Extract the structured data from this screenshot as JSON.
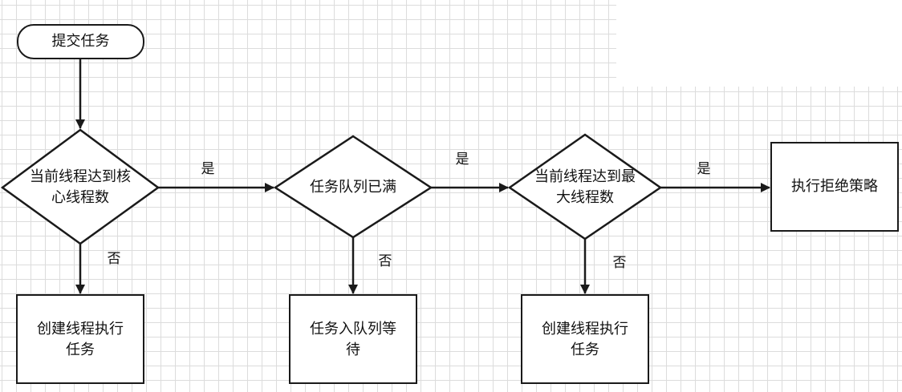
{
  "nodes": {
    "start": "提交任务",
    "decision_core_line1": "当前线程达到核",
    "decision_core_line2": "心线程数",
    "decision_queue": "任务队列已满",
    "decision_max_line1": "当前线程达到最",
    "decision_max_line2": "大线程数",
    "reject": "执行拒绝策略",
    "create_core_line1": "创建线程执行",
    "create_core_line2": "任务",
    "enqueue_line1": "任务入队列等",
    "enqueue_line2": "待",
    "create_max_line1": "创建线程执行",
    "create_max_line2": "任务"
  },
  "edges": {
    "yes_core_to_queue": "是",
    "yes_queue_to_max": "是",
    "yes_max_to_reject": "是",
    "no_core": "否",
    "no_queue": "否",
    "no_max": "否"
  },
  "colors": {
    "stroke": "#1a1a1a",
    "text": "#111111",
    "grid": "#dcdcdc",
    "background": "#ffffff"
  }
}
